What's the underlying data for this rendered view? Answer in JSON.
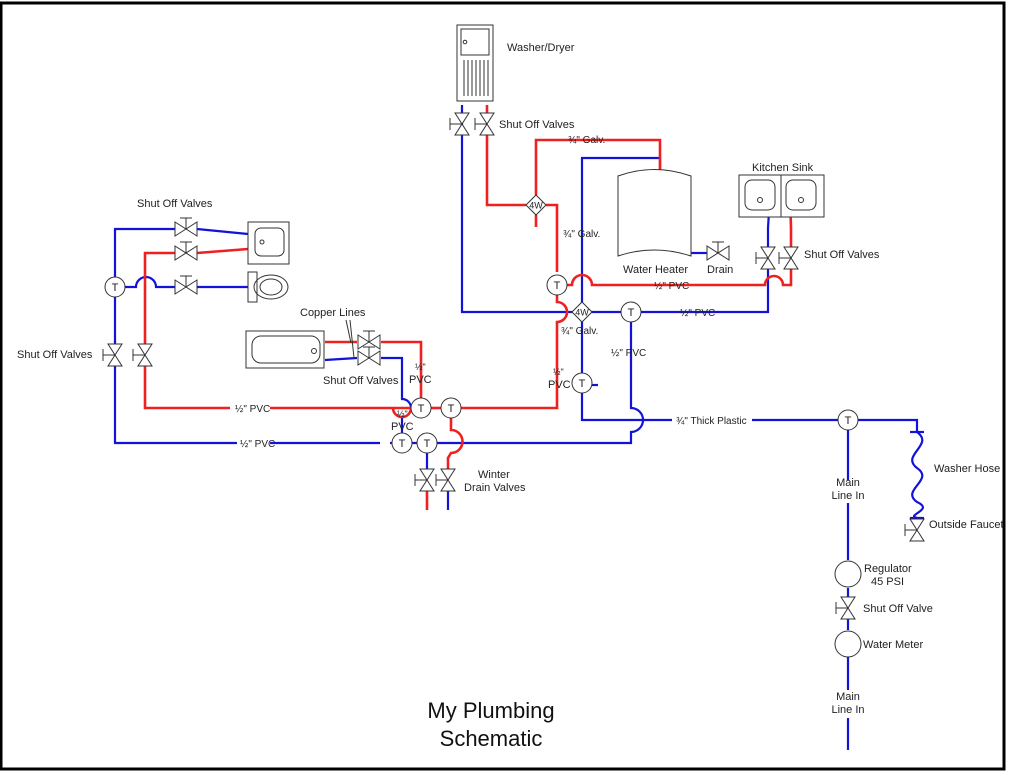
{
  "title": {
    "line1": "My Plumbing",
    "line2": "Schematic"
  },
  "colors": {
    "cold": "#1212d8",
    "hot": "#ee2020",
    "symbol": "#333333",
    "border": "#000000"
  },
  "symbols": {
    "tee": "T",
    "four_way": "4W"
  },
  "fixtures": {
    "washer_dryer": "Washer/Dryer",
    "water_heater": "Water Heater",
    "kitchen_sink": "Kitchen Sink",
    "bath_sink": "",
    "toilet": "",
    "bathtub": ""
  },
  "labels": {
    "washer_valves": "Shut Off Valves",
    "galv_top": "¾\" Galv.",
    "galv_mid": "¾\" Galv.",
    "galv_4w": "¾\" Galv.",
    "drain": "Drain",
    "kitchen_valves": "Shut Off Valves",
    "pvc_hot_heater": "½\" PVC",
    "pvc_cold_kitchen": "½\" PVC",
    "pvc_vertical": "½\" PVC",
    "pvc_hot_left_frac": "½\"",
    "pvc_hot_left_unit": "PVC",
    "bath_valves_top": "Shut Off Valves",
    "bath_left_valves": "Shut Off Valves",
    "copper_lines": "Copper Lines",
    "tub_valves": "Shut Off Valves",
    "tub_hot_frac": "½\"",
    "tub_hot_unit": "PVC",
    "tub_cold_frac": "½\"",
    "tub_cold_unit": "PVC",
    "hot_main_left": "½\" PVC",
    "cold_main_left": "½\" PVC",
    "thick_plastic": "¾\" Thick Plastic",
    "winter_1": "Winter",
    "winter_2": "Drain Valves",
    "washer_hose": "Washer Hose",
    "outside_faucet": "Outside Faucet",
    "main_in_1a": "Main",
    "main_in_1b": "Line In",
    "regulator_1": "Regulator",
    "regulator_2": "45 PSI",
    "main_shutoff": "Shut Off Valve",
    "water_meter": "Water Meter",
    "main_in_2a": "Main",
    "main_in_2b": "Line In"
  }
}
